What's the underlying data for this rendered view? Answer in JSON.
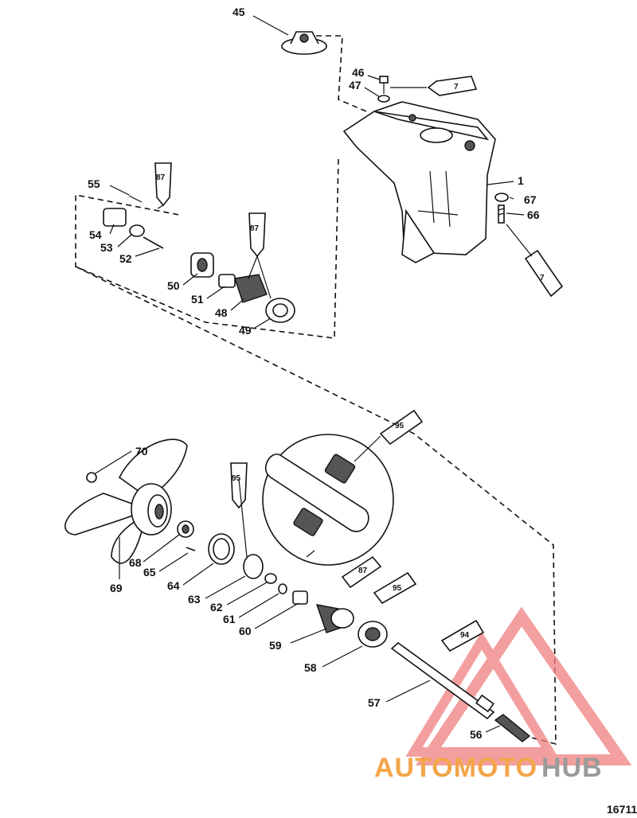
{
  "diagram": {
    "figure_number": "16711",
    "part_labels": [
      "45",
      "46",
      "47",
      "1",
      "67",
      "66",
      "55",
      "54",
      "53",
      "52",
      "50",
      "51",
      "48",
      "49",
      "70",
      "69",
      "68",
      "65",
      "64",
      "63",
      "62",
      "61",
      "60",
      "59",
      "58",
      "57",
      "56"
    ],
    "tube_labels": [
      "7",
      "87",
      "87",
      "7",
      "95",
      "95",
      "87",
      "95",
      "94"
    ],
    "watermark": {
      "part1": "AUTOMOTO",
      "part2": "HUB",
      "color1": "#f3a54a",
      "color2": "#9a9a9a",
      "logo_color": "#f08080"
    }
  }
}
